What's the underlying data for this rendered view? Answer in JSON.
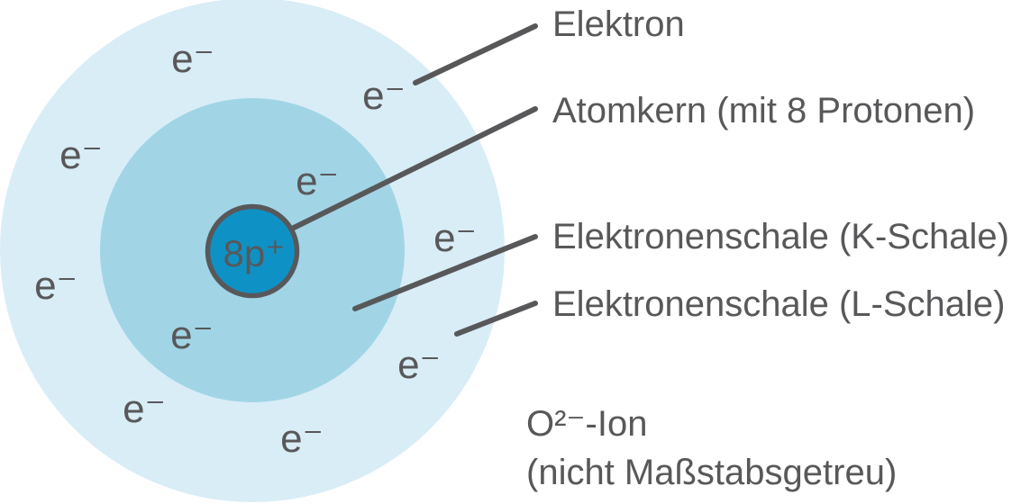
{
  "diagram_title": "O2- ion shell model (oxygen ion with electron shells)",
  "colors": {
    "outer_shell": "#d9edf7",
    "inner_shell": "#a1d5e6",
    "nucleus_fill": "#0e92c5",
    "stroke": "#58585a",
    "text": "#58585a"
  },
  "nucleus": {
    "label": "8p⁺"
  },
  "electrons": {
    "label": "e⁻",
    "count_total": 10,
    "count_k_shell": 2,
    "count_l_shell": 8
  },
  "annotations": [
    {
      "id": "elektron",
      "label": "Elektron"
    },
    {
      "id": "atomkern",
      "label": "Atomkern (mit 8 Protonen)"
    },
    {
      "id": "k_schale",
      "label": "Elektronenschale (K-Schale)"
    },
    {
      "id": "l_schale",
      "label": "Elektronenschale (L-Schale)"
    }
  ],
  "caption": {
    "line1": "O²⁻-Ion",
    "line2": "(nicht Maßstabsgetreu)"
  }
}
